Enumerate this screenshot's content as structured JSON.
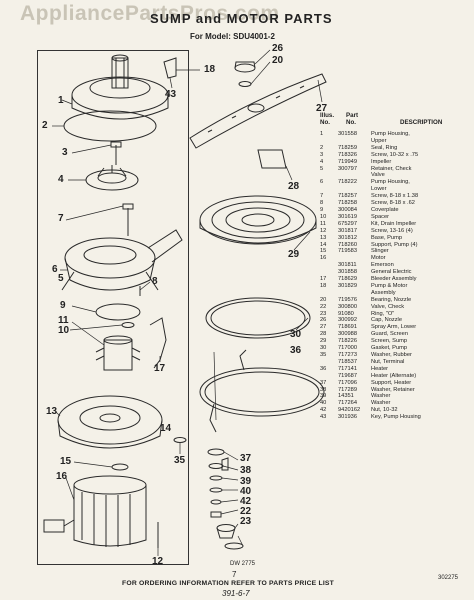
{
  "watermark": "AppliancePartsPros.com",
  "title": "SUMP and MOTOR PARTS",
  "model_line": "For Model: SDU4001-2",
  "table": {
    "headers": {
      "illus": [
        "Illus.",
        "No."
      ],
      "part": [
        "Part",
        "No."
      ],
      "description": "DESCRIPTION"
    },
    "rows": [
      {
        "no": "1",
        "part": "301558",
        "desc": "Pump Housing,"
      },
      {
        "no": "",
        "part": "",
        "desc": "Upper"
      },
      {
        "no": "2",
        "part": "718259",
        "desc": "Seal, Ring"
      },
      {
        "no": "3",
        "part": "718326",
        "desc": "Screw, 10-32 x .75"
      },
      {
        "no": "4",
        "part": "719949",
        "desc": "Impeller"
      },
      {
        "no": "5",
        "part": "300797",
        "desc": "Retainer, Check"
      },
      {
        "no": "",
        "part": "",
        "desc": "Valve"
      },
      {
        "no": "6",
        "part": "718222",
        "desc": "Pump Housing,"
      },
      {
        "no": "",
        "part": "",
        "desc": "Lower"
      },
      {
        "no": "7",
        "part": "718257",
        "desc": "Screw, 8-18 x 1.38"
      },
      {
        "no": "8",
        "part": "718258",
        "desc": "Screw, 8-18 x .62"
      },
      {
        "no": "9",
        "part": "300084",
        "desc": "Coverplate"
      },
      {
        "no": "10",
        "part": "301619",
        "desc": "Spacer"
      },
      {
        "no": "11",
        "part": "675297",
        "desc": "Kit, Drain Impeller"
      },
      {
        "no": "12",
        "part": "301817",
        "desc": "Screw, 13-16 (4)"
      },
      {
        "no": "13",
        "part": "301812",
        "desc": "Base, Pump"
      },
      {
        "no": "14",
        "part": "718260",
        "desc": "Support, Pump (4)"
      },
      {
        "no": "15",
        "part": "719583",
        "desc": "Slinger"
      },
      {
        "no": "16",
        "part": "",
        "desc": "Motor"
      },
      {
        "no": "",
        "part": "301811",
        "desc": "Emerson"
      },
      {
        "no": "",
        "part": "301858",
        "desc": "General Electric"
      },
      {
        "no": "17",
        "part": "718629",
        "desc": "Bleeder Assembly"
      },
      {
        "no": "18",
        "part": "301829",
        "desc": "Pump & Motor"
      },
      {
        "no": "",
        "part": "",
        "desc": "Assembly"
      },
      {
        "no": "20",
        "part": "719576",
        "desc": "Bearing, Nozzle"
      },
      {
        "no": "22",
        "part": "300800",
        "desc": "Valve, Check"
      },
      {
        "no": "23",
        "part": "91080",
        "desc": "Ring, \"O\""
      },
      {
        "no": "26",
        "part": "300992",
        "desc": "Cap, Nozzle"
      },
      {
        "no": "27",
        "part": "718691",
        "desc": "Spray Arm, Lower"
      },
      {
        "no": "28",
        "part": "300988",
        "desc": "Guard, Screen"
      },
      {
        "no": "29",
        "part": "718226",
        "desc": "Screen, Sump"
      },
      {
        "no": "30",
        "part": "717000",
        "desc": "Gasket, Pump"
      },
      {
        "no": "35",
        "part": "717273",
        "desc": "Washer, Rubber"
      },
      {
        "no": "",
        "part": "718537",
        "desc": "Nut, Terminal"
      },
      {
        "no": "36",
        "part": "717141",
        "desc": "Heater"
      },
      {
        "no": "",
        "part": "719687",
        "desc": "Heater (Alternate)"
      },
      {
        "no": "37",
        "part": "717096",
        "desc": "Support, Heater"
      },
      {
        "no": "38",
        "part": "717289",
        "desc": "Washer, Retainer"
      },
      {
        "no": "39",
        "part": "14351",
        "desc": "Washer"
      },
      {
        "no": "40",
        "part": "717264",
        "desc": "Washer"
      },
      {
        "no": "42",
        "part": "9420162",
        "desc": "Nut, 10-32"
      },
      {
        "no": "43",
        "part": "301936",
        "desc": "Key, Pump Housing"
      }
    ]
  },
  "callouts": {
    "c1": "1",
    "c2": "2",
    "c3": "3",
    "c4": "4",
    "c5": "5",
    "c6": "6",
    "c7": "7",
    "c8": "8",
    "c9": "9",
    "c10": "10",
    "c11": "11",
    "c12": "12",
    "c13": "13",
    "c14": "14",
    "c15": "15",
    "c16": "16",
    "c17": "17",
    "c18": "18",
    "c20": "20",
    "c22": "22",
    "c23": "23",
    "c26": "26",
    "c27": "27",
    "c28": "28",
    "c29": "29",
    "c30": "30",
    "c35": "35",
    "c36": "36",
    "c37": "37",
    "c38": "38",
    "c39": "39",
    "c40": "40",
    "c42": "42",
    "c43": "43"
  },
  "drawing_number": "DW 2775",
  "page_number": "7",
  "footer_note": "FOR ORDERING INFORMATION REFER TO PARTS PRICE LIST",
  "doc_code": "302275",
  "handwritten_mark": "391-6-7",
  "ink_color": "#2a2a2a"
}
